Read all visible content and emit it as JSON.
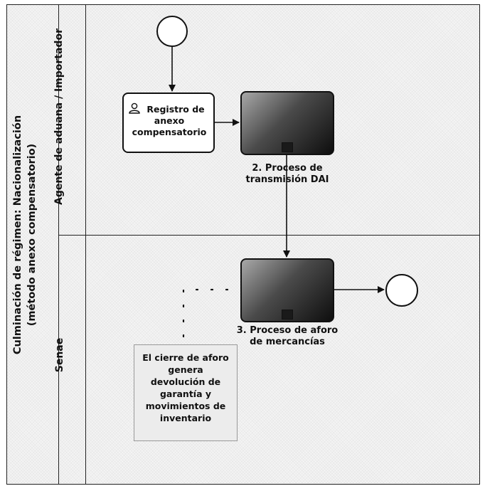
{
  "pool": {
    "title_line1": "Culminación de régimen: Nacionalización",
    "title_line2": "(método anexo compensatorio)"
  },
  "lanes": [
    {
      "label": "Agente de aduana / Importador"
    },
    {
      "label": "Senae"
    }
  ],
  "tasks": [
    {
      "label_line1": "Registro de",
      "label_line2": "anexo",
      "label_line3": "compensatorio"
    },
    {
      "label_line1": "2.  Proceso de",
      "label_line2": "transmisión DAI"
    },
    {
      "label_line1": "3. Proceso de aforo",
      "label_line2": "de mercancías"
    }
  ],
  "annotation": {
    "line1": "El cierre de aforo",
    "line2": "genera",
    "line3": "devolución de",
    "line4": "garantía y",
    "line5": "movimientos de",
    "line6": "inventario"
  },
  "icons": [
    "user-icon",
    "subprocess-marker-icon"
  ],
  "colors": {
    "border": "#111111",
    "task_dark": "#0e0e0e",
    "background": "#f4f4f4"
  }
}
